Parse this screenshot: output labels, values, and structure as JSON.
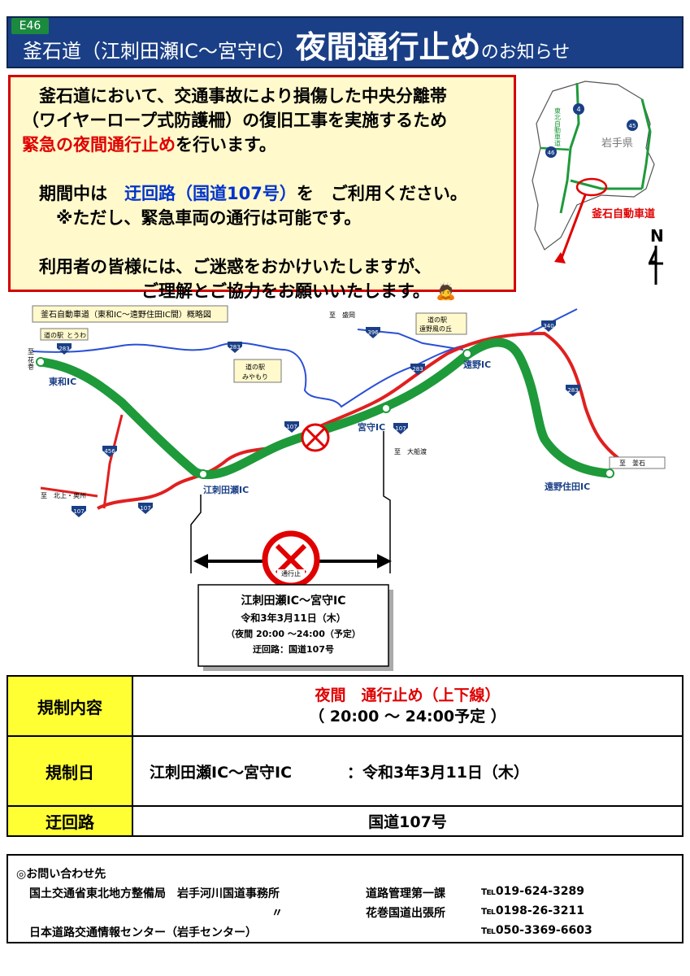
{
  "header": {
    "route_badge": "E46",
    "title_prefix": "釜石道（江刺田瀬IC～宮守IC）",
    "title_main": "夜間通行止め",
    "title_suffix": "のお知らせ"
  },
  "notice": {
    "line1": "　釜石道において、交通事故により損傷した中央分離帯",
    "line2": "（ワイヤーロープ式防護柵）の復旧工事を実施するため",
    "line3_red": "緊急の夜間通行止め",
    "line3_rest": "を行います。",
    "line4_a": "　期間中は　",
    "line4_blue": "迂回路（国道107号）",
    "line4_b": "を　ご利用ください。",
    "line5": "　　※ただし、緊急車両の通行は可能です。",
    "line6": "　利用者の皆様には、ご迷惑をおかけいたしますが、",
    "line7": "　　　　　　　ご理解とご協力をお願いいたします。"
  },
  "inset_map": {
    "prefecture": "岩手県",
    "expressway": "東北自動車道",
    "highlight_label": "釜石自動車道",
    "routes": [
      "4",
      "45",
      "46"
    ],
    "north": "N",
    "colors": {
      "road_green": "#1e9a3a",
      "highlight": "#e00000"
    }
  },
  "main_map": {
    "legend": "釜石自動車道（東和IC～遠野住田IC間）概略図",
    "interchanges": [
      "東和IC",
      "江刺田瀬IC",
      "宮守IC",
      "遠野IC",
      "遠野住田IC"
    ],
    "stations": [
      {
        "l1": "道の駅",
        "l2": "とうわ"
      },
      {
        "l1": "道の駅",
        "l2": "みやもり"
      },
      {
        "l1": "道の駅",
        "l2": "遠野風の丘"
      }
    ],
    "destinations": {
      "hanamaki": "至 花巻",
      "morioka": "至　盛岡",
      "kitakami": "至　北上・奥州",
      "ofunato": "至　大船渡",
      "kamaishi": "至　釜石"
    },
    "route_shields": [
      "283",
      "283",
      "283",
      "283",
      "340",
      "396",
      "107",
      "107",
      "107",
      "107",
      "456"
    ],
    "closure_sign": "通行止",
    "info_box": {
      "section": "江刺田瀬IC～宮守IC",
      "date": "令和3年3月11日（木）",
      "time": "（夜間 20:00 ～24:00（予定）",
      "detour": "迂回路：国道107号"
    }
  },
  "regulation_table": [
    {
      "label": "規制内容",
      "value1": "夜間　通行止め（上下線）",
      "value2": "（ 20:00 ～ 24:00予定 ）"
    },
    {
      "label": "規制日",
      "value1": "江刺田瀬IC～宮守IC",
      "value2": "：令和3年3月11日（木）"
    },
    {
      "label": "迂回路",
      "value1": "国道107号"
    }
  ],
  "contact": {
    "heading": "◎お問い合わせ先",
    "r1_org": "国土交通省東北地方整備局　岩手河川国道事務所",
    "r1_dept": "道路管理第一課",
    "r1_tel": "℡019-624-3289",
    "r2_ditto": "〃",
    "r2_dept": "花巻国道出張所",
    "r2_tel": "℡0198-26-3211",
    "r3_org": "日本道路交通情報センター（岩手センター）",
    "r3_tel": "℡050-3369-6603"
  }
}
